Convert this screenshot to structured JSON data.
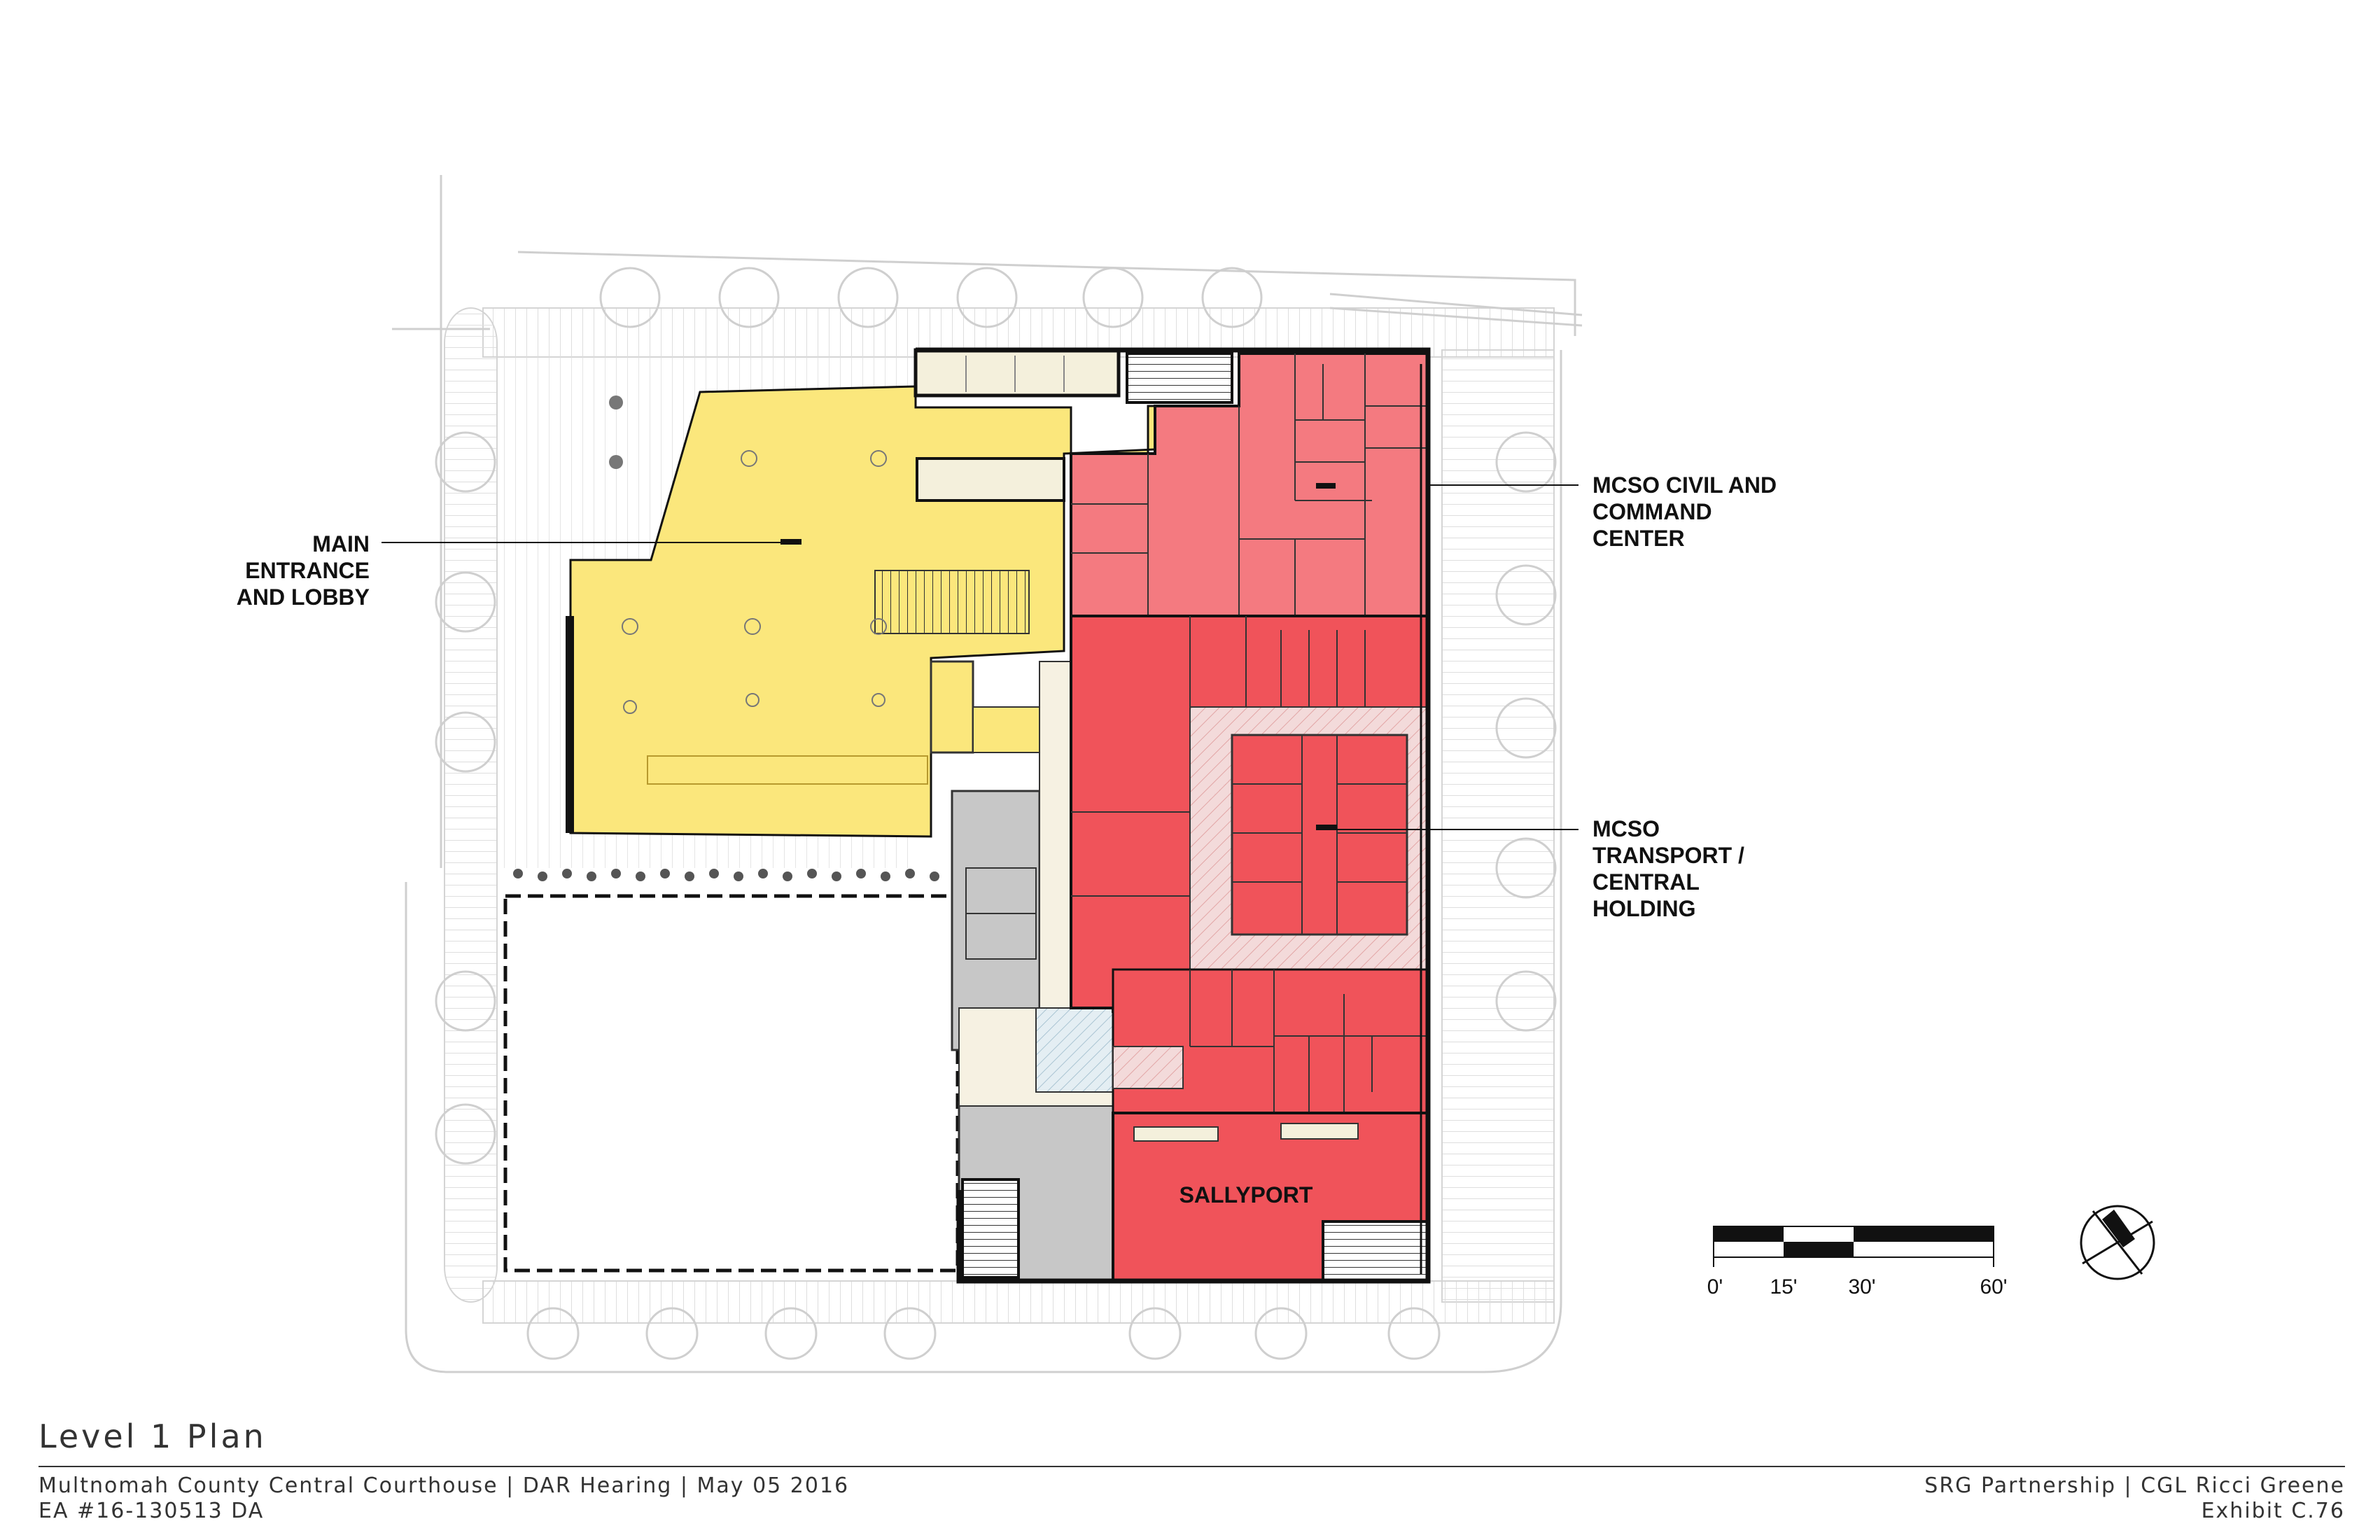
{
  "plan": {
    "title": "Level 1 Plan",
    "project_line": "Multnomah County Central Courthouse | DAR Hearing | May 05 2016",
    "permit_line": "EA #16-130513 DA",
    "firms": "SRG Partnership | CGL Ricci Greene",
    "exhibit": "Exhibit C.76"
  },
  "callouts": {
    "main_entrance": [
      "MAIN",
      "ENTRANCE",
      "AND LOBBY"
    ],
    "civil_command": [
      "MCSO CIVIL AND",
      "COMMAND",
      "CENTER"
    ],
    "transport_holding": [
      "MCSO",
      "TRANSPORT /",
      "CENTRAL",
      "HOLDING"
    ],
    "sallyport": "SALLYPORT"
  },
  "scale_bar": {
    "ticks": [
      "0'",
      "15'",
      "30'",
      "60'"
    ]
  },
  "colors": {
    "lobby": "#fbe77c",
    "mcso": "#f0535a",
    "mcso_light": "#f47a80",
    "support": "#c7c7c7",
    "circulation": "#f6f1e2",
    "holding_corridor": "#f3d9d9",
    "green_room": "#a9bf93",
    "site_lines": "#cfcfcf",
    "ink": "#111111"
  }
}
